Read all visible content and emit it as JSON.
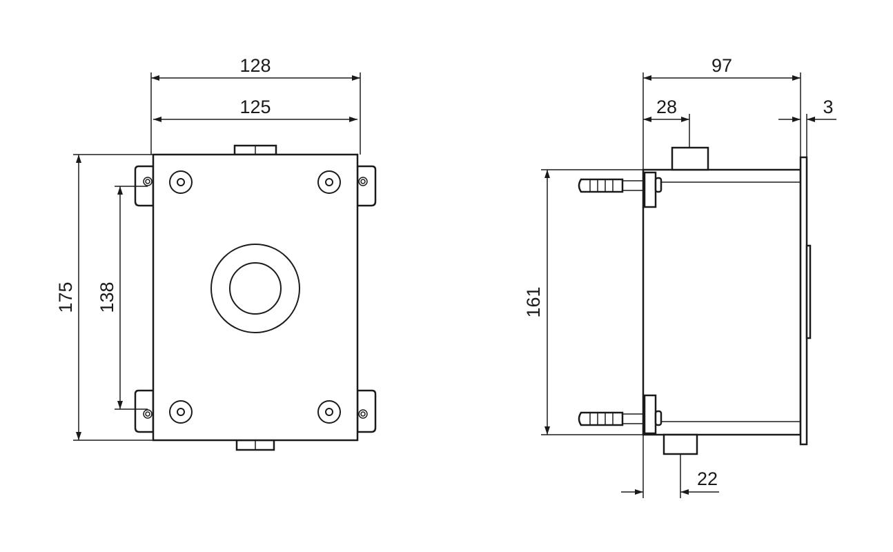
{
  "dimensions": {
    "front_width_outer": "128",
    "front_width_inner": "125",
    "front_height_outer": "175",
    "front_height_mount": "138",
    "side_depth": "97",
    "side_offset": "28",
    "side_plate": "3",
    "side_height": "161",
    "side_bottom_offset": "22"
  }
}
